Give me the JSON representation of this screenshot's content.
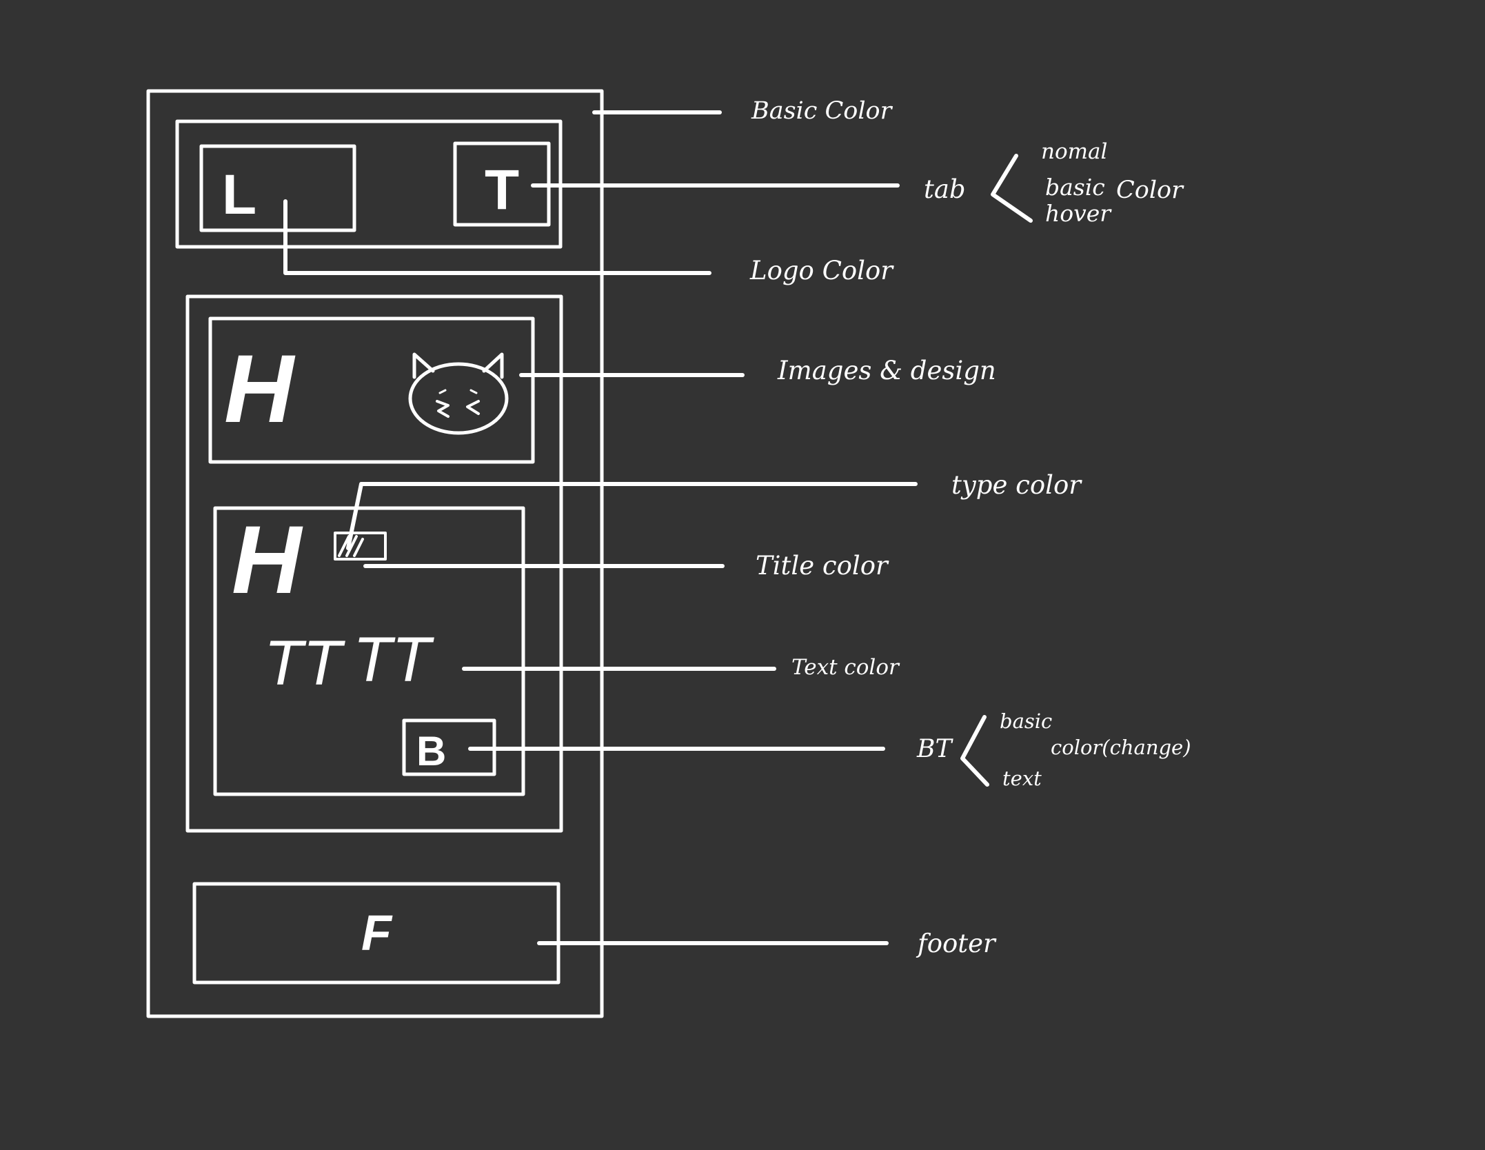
{
  "theme": {
    "background": "#333333",
    "stroke": "#ffffff"
  },
  "wireframe": {
    "logo_glyph": "L",
    "tab_glyph": "T",
    "hero_heading_glyph": "H",
    "hero_image_icon": "cat-face-icon",
    "content_heading_glyph": "H",
    "text_glyph_1": "TT",
    "text_glyph_2": "TT",
    "button_glyph": "B",
    "footer_glyph": "F"
  },
  "annotations": {
    "basic_color": "Basic Color",
    "tab": "tab",
    "tab_normal": "nomal",
    "tab_basic_color": "basic",
    "tab_color_word": "Color",
    "tab_hover": "hover",
    "logo_color": "Logo Color",
    "images_design": "Images & design",
    "type_color": "type color",
    "title_color": "Title color",
    "text_color": "Text color",
    "bt": "BT",
    "bt_basic": "basic",
    "bt_color_changes": "color(change)",
    "bt_text": "text",
    "footer": "footer"
  }
}
